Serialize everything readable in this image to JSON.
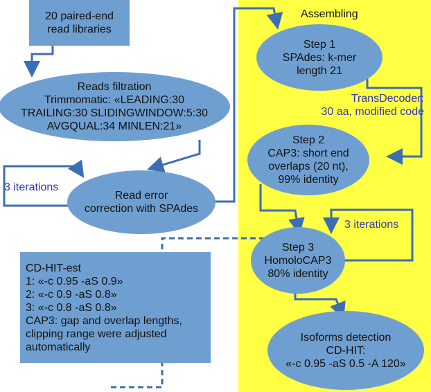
{
  "section_title": "Assembling",
  "nodes": {
    "libraries": "20 paired-end\nread libraries",
    "filtration": "Reads filtration\nTrimmomatic: «LEADING:30\nTRAILING:30 SLIDINGWINDOW:5:30\nAVGQUAL:34 MINLEN:21»",
    "correction": "Read error\ncorrection with SPAdes",
    "step1": "Step 1\nSPAdes: k-mer\nlength 21",
    "step2": "Step 2\nCAP3: short end\noverlaps (20 nt),\n99% identity",
    "step3": "Step 3\nHomoloCAP3\n80% identity",
    "isoforms": "Isoforms detection\nCD-HIT:\n«-c 0.95 -aS 0.5 -A 120»",
    "cdhit": "CD-HIT-est\n1: «-c 0.95 -aS 0.9»\n2: «-c 0.9 -aS 0.8»\n3: «-c 0.8 -aS 0.8»\nCAP3: gap and overlap lengths,\nclipping range were adjusted\nautomatically"
  },
  "annotations": {
    "transdecoder": "TransDecoder:\n30 aa, modified code",
    "iterations_left": "3 iterations",
    "iterations_right": "3 iterations"
  },
  "colors": {
    "node_fill": "#6f9fd0",
    "arrow": "#3c6eb4",
    "highlight": "#ffff44",
    "annotation_text": "#3333bb"
  }
}
